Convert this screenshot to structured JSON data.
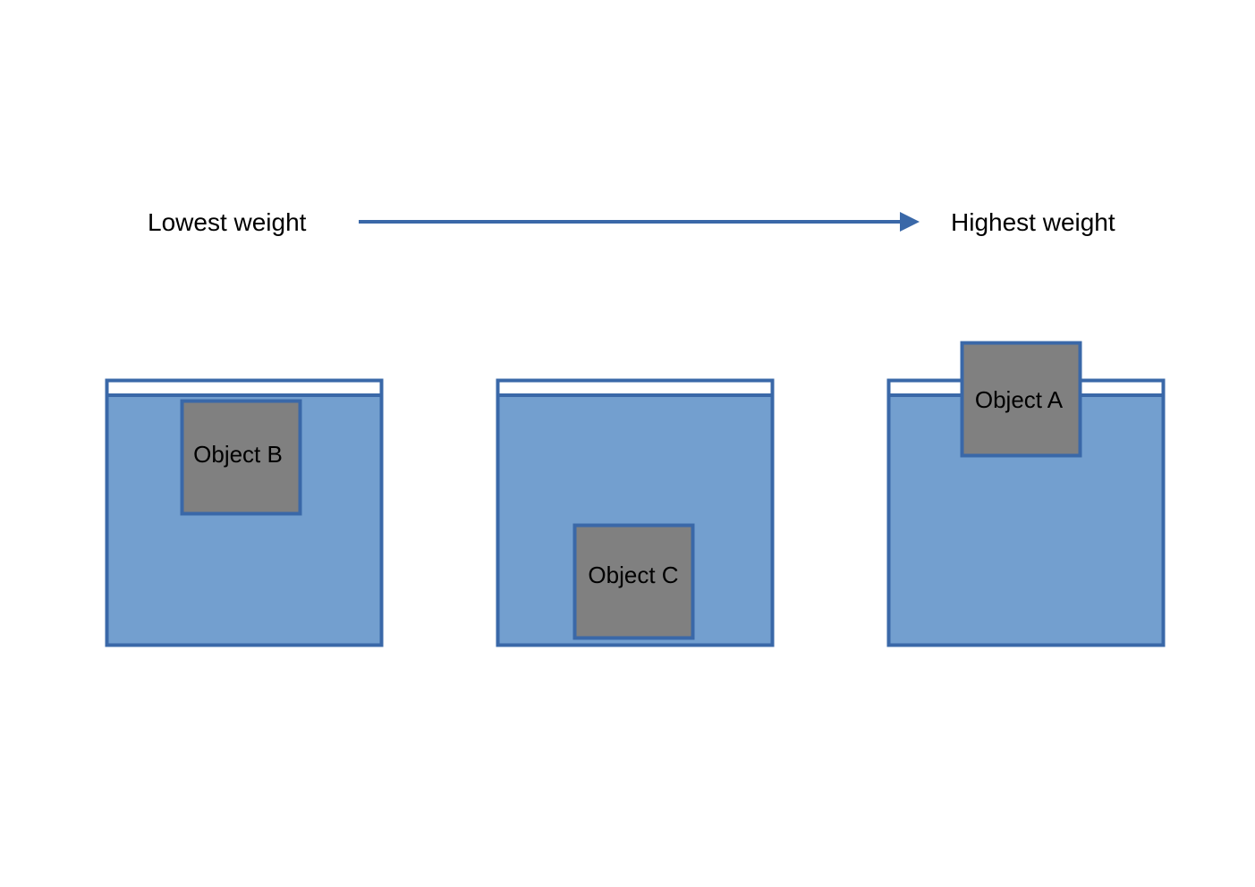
{
  "scale": {
    "low_label": "Lowest weight",
    "high_label": "Highest weight"
  },
  "containers": [
    {
      "object_label": "Object B"
    },
    {
      "object_label": "Object C"
    },
    {
      "object_label": "Object A"
    }
  ],
  "colors": {
    "stroke": "#3a68a8",
    "water": "#739fcf",
    "air_gap": "#ffffff",
    "object": "#808080",
    "text": "#000000"
  }
}
